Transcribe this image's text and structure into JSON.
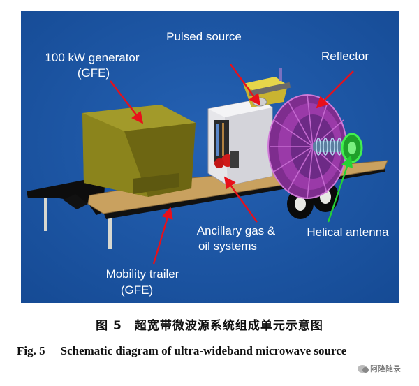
{
  "figure": {
    "labels": {
      "generator": [
        "100 kW generator",
        "(GFE)"
      ],
      "pulsed_source": "Pulsed source",
      "reflector": "Reflector",
      "ancillary": [
        "Ancillary gas &",
        "oil systems"
      ],
      "helical_antenna": "Helical antenna",
      "trailer": [
        "Mobility trailer",
        "(GFE)"
      ]
    },
    "colors": {
      "background": "#1a55a4",
      "deck": "#c9a15f",
      "generator": "#8a8219",
      "reflector": "#8a2c96",
      "antenna": "#2ecf3e",
      "arrow_red": "#e8101a",
      "arrow_green": "#25d234"
    }
  },
  "caption": {
    "chinese": "图 5　超宽带微波源系统组成单元示意图",
    "english_fig": "Fig. 5",
    "english_title": "Schematic diagram of ultra-wideband microwave source"
  },
  "watermark": {
    "text": "阿隆随录",
    "icon": "wechat-icon"
  }
}
